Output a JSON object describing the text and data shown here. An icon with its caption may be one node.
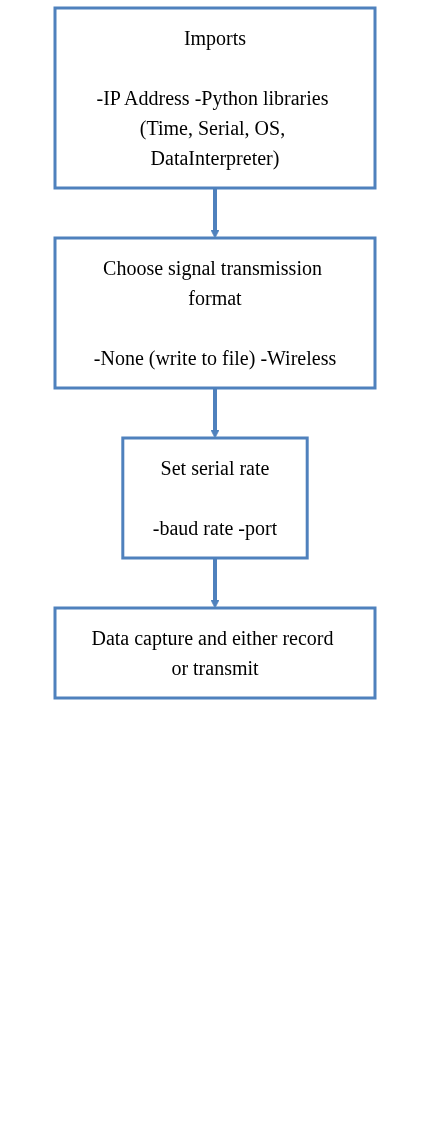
{
  "diagram": {
    "nodes": [
      {
        "text": [
          "Imports",
          "-IP Address -Python libraries (Time, Serial, OS, DataInterpreter)"
        ]
      },
      {
        "text": [
          "Choose signal transmission format",
          "-None (write to file) -Wireless"
        ]
      },
      {
        "text": [
          "Set serial rate",
          "-baud rate -port"
        ]
      },
      {
        "text": [
          "Data capture and either record or transmit"
        ]
      }
    ],
    "edges": [
      {
        "from": 0,
        "to": 1,
        "arrow": "to"
      },
      {
        "from": 1,
        "to": 2,
        "arrow": "to"
      },
      {
        "from": 2,
        "to": 3,
        "arrow": "to"
      }
    ]
  }
}
